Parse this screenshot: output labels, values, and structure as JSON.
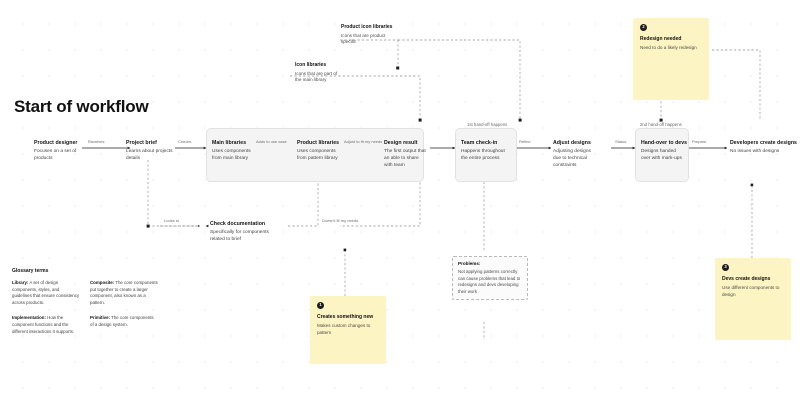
{
  "board": {
    "title": "Start of workflow",
    "bg_color": "#ffffff",
    "sticky_color": "#fdf4c3",
    "box_color": "#f4f4f5"
  },
  "flow_nodes": [
    {
      "id": "product-designer",
      "title": "Product designer",
      "body": "Focuses on a set of products"
    },
    {
      "id": "project-brief",
      "title": "Project brief",
      "body": "Learns about projects details"
    },
    {
      "id": "main-libraries",
      "title": "Main libraries",
      "body": "Uses components from main library"
    },
    {
      "id": "product-libraries",
      "title": "Product libraries",
      "body": "Uses components from pattern library"
    },
    {
      "id": "design-result",
      "title": "Design result",
      "body": "The first output that an able to share with team"
    },
    {
      "id": "team-check-in",
      "title": "Team check-in",
      "body": "Happens throughout the entire process"
    },
    {
      "id": "adjust-designs",
      "title": "Adjust designs",
      "body": "Adjusting designs due to technical constraints"
    },
    {
      "id": "hand-over-to-devs",
      "title": "Hand-over to devs",
      "body": "Designs handed over with mark-ups"
    },
    {
      "id": "developers-create-designs",
      "title": "Developers create designs",
      "body": "No issues with designs"
    },
    {
      "id": "check-documentation",
      "title": "Check documentation",
      "body": "Specifically for components related to brief"
    }
  ],
  "box_captions": [
    {
      "id": "first-handoff",
      "text": "1st hand-off happens"
    },
    {
      "id": "second-handoff",
      "text": "2nd hand-off happens"
    }
  ],
  "callouts": [
    {
      "id": "product-icon-libraries",
      "title": "Product icon libraries",
      "body": "Icons that are product specific"
    },
    {
      "id": "icon-libraries",
      "title": "Icon libraries",
      "body": "Icons that are part of the main library"
    }
  ],
  "stickies": [
    {
      "id": "redesign-needed",
      "badge": "2",
      "title": "Redesign needed",
      "body": "Need to do a likely redesign"
    },
    {
      "id": "devs-create-designs",
      "badge": "3",
      "title": "Devs create designs",
      "body": "Use different components to design"
    },
    {
      "id": "creates-something-new",
      "badge": "1",
      "title": "Creates something new",
      "body": "Makes custom changes to pattern"
    }
  ],
  "problems": {
    "title": "Problems:",
    "body": "Not applying patterns correctly can cause problems that lead to redesigns and devs developing their work"
  },
  "edge_labels": [
    {
      "id": "receives",
      "text": "Receives"
    },
    {
      "id": "checks",
      "text": "Checks"
    },
    {
      "id": "adds-to-use-case",
      "text": "Adds to use case"
    },
    {
      "id": "adjust-to-fit-my-needs",
      "text": "Adjust to fit my needs"
    },
    {
      "id": "refine",
      "text": "Refine"
    },
    {
      "id": "status",
      "text": "Status"
    },
    {
      "id": "prepare",
      "text": "Prepare"
    },
    {
      "id": "looks-to",
      "text": "Looks to"
    },
    {
      "id": "doesnt-fit-my-needs",
      "text": "Doesn't fit my needs"
    }
  ],
  "glossary": {
    "title": "Glossary terms",
    "items": [
      {
        "term": "Library:",
        "definition": " A set of design components, styles, and guidelines that ensure consistency across products."
      },
      {
        "term": "Composite:",
        "definition": " The core components put together to create a larger component, also known as a pattern."
      },
      {
        "term": "Implementation:",
        "definition": " How the component functions and the different interactions it supports."
      },
      {
        "term": "Primitive:",
        "definition": " The core components of a design system."
      }
    ]
  }
}
